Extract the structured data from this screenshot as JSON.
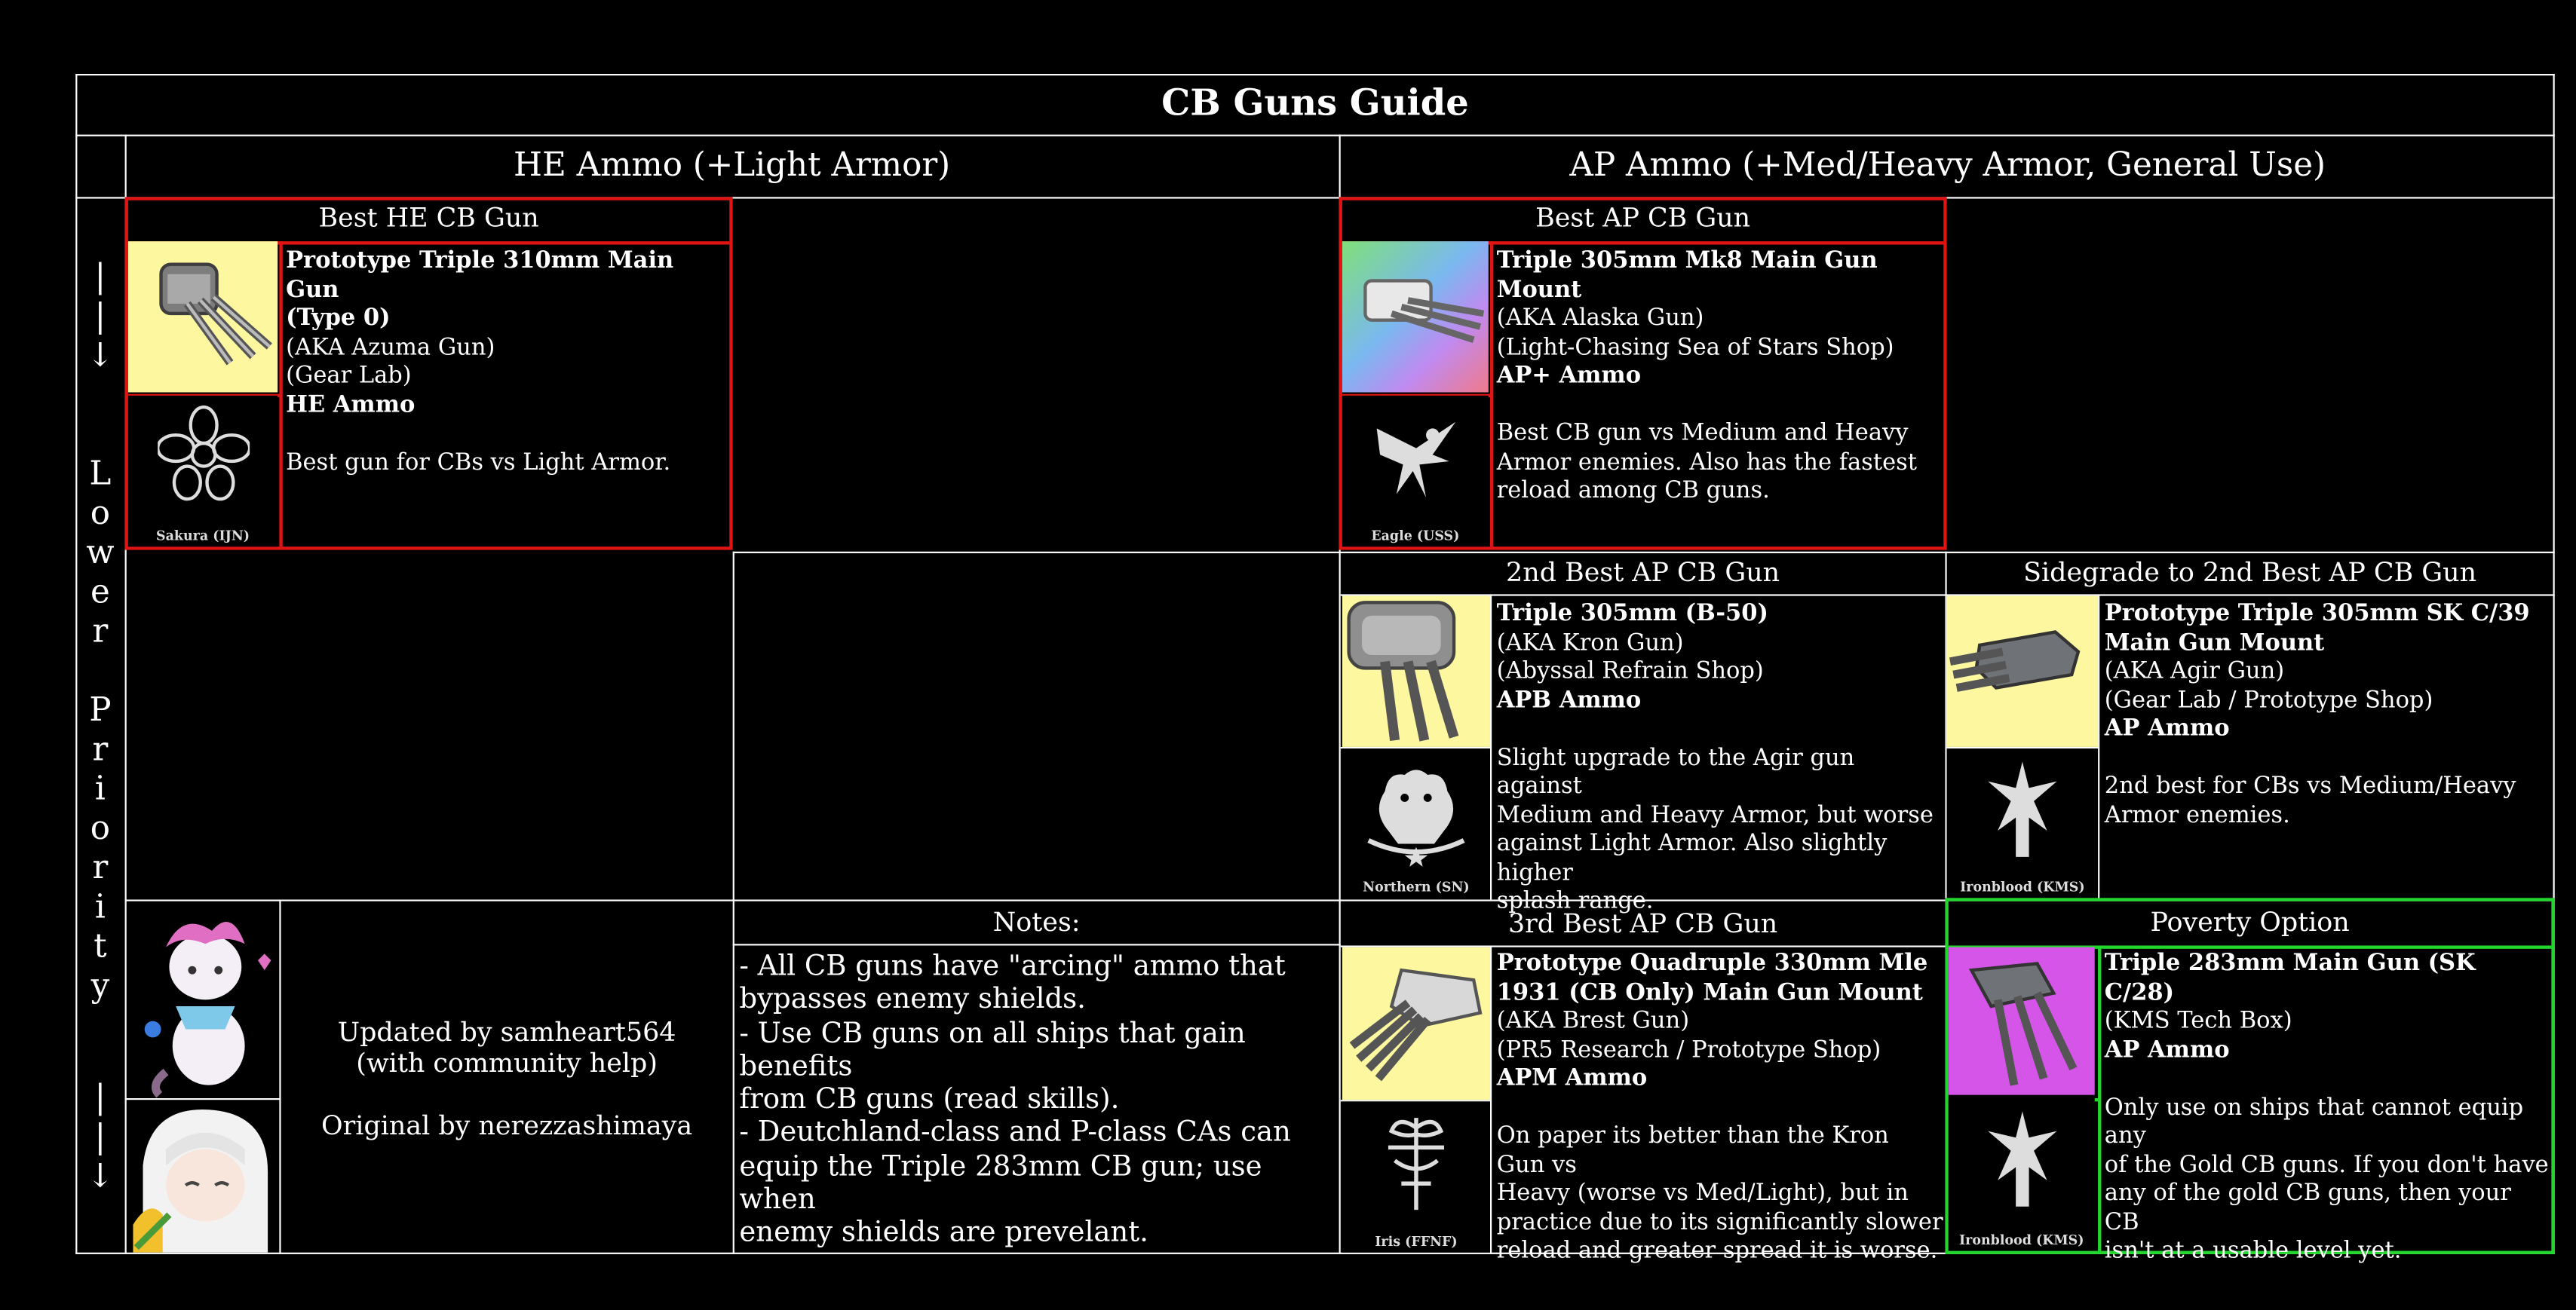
{
  "title": "CB Guns Guide",
  "headers": {
    "he": "HE Ammo (+Light Armor)",
    "ap": "AP Ammo (+Med/Heavy Armor, General Use)"
  },
  "priority": {
    "arrow_top": [
      "|",
      "|",
      "↓"
    ],
    "letters": [
      "L",
      "o",
      "w",
      "e",
      "r",
      " ",
      "P",
      "r",
      "i",
      "o",
      "r",
      "i",
      "t",
      "y"
    ],
    "arrow_bottom": [
      "|",
      "|",
      "↓"
    ]
  },
  "cards": {
    "best_he": {
      "header": "Best HE CB Gun",
      "name_line1": "Prototype Triple 310mm Main Gun",
      "name_line2": "(Type 0)",
      "aka": "(AKA Azuma Gun)",
      "source": "(Gear Lab)",
      "ammo": "HE Ammo",
      "desc": "Best gun for CBs vs Light Armor.",
      "faction": "Sakura (IJN)"
    },
    "best_ap": {
      "header": "Best AP CB Gun",
      "name_line1": "Triple 305mm Mk8 Main Gun",
      "name_line2": "Mount",
      "aka": "(AKA Alaska Gun)",
      "source": "(Light-Chasing Sea of Stars Shop)",
      "ammo": "AP+ Ammo",
      "desc": [
        "Best CB gun vs Medium and Heavy",
        "Armor enemies. Also has the fastest",
        "reload among CB guns."
      ],
      "faction": "Eagle (USS)"
    },
    "second_ap": {
      "header": "2nd Best AP CB Gun",
      "name_line1": "Triple 305mm (B-50)",
      "aka": "(AKA Kron Gun)",
      "source": "(Abyssal Refrain Shop)",
      "ammo": "APB Ammo",
      "desc": [
        "Slight upgrade to the Agir gun against",
        "Medium and Heavy Armor, but worse",
        "against Light Armor. Also slightly higher",
        "splash range."
      ],
      "faction": "Northern (SN)"
    },
    "sidegrade": {
      "header": "Sidegrade to 2nd Best AP CB Gun",
      "name_line1": "Prototype Triple 305mm SK C/39",
      "name_line2": "Main Gun Mount",
      "aka": "(AKA Agir Gun)",
      "source": "(Gear Lab / Prototype Shop)",
      "ammo": "AP Ammo",
      "desc": [
        "2nd best for CBs vs Medium/Heavy",
        "Armor enemies."
      ],
      "faction": "Ironblood (KMS)"
    },
    "third_ap": {
      "header": "3rd Best AP CB Gun",
      "name_line1": "Prototype Quadruple 330mm Mle",
      "name_line2": "1931 (CB Only) Main Gun Mount",
      "aka": "(AKA Brest Gun)",
      "source": "(PR5 Research / Prototype Shop)",
      "ammo": "APM Ammo",
      "desc": [
        "On paper its better than the Kron Gun vs",
        "Heavy (worse vs Med/Light), but in",
        "practice due to its significantly slower",
        "reload and greater spread it is worse."
      ],
      "faction": "Iris (FFNF)"
    },
    "poverty": {
      "header": "Poverty Option",
      "name_line1": "Triple 283mm Main Gun (SK C/28)",
      "source": "(KMS Tech Box)",
      "ammo": "AP Ammo",
      "desc": [
        "Only use on ships that cannot equip any",
        "of the Gold CB guns. If you don't have",
        "any of the gold CB guns, then your CB",
        "isn't at a usable level yet."
      ],
      "faction": "Ironblood (KMS)"
    }
  },
  "notes": {
    "header": "Notes:",
    "lines": [
      "- All CB guns have \"arcing\" ammo that",
      "bypasses enemy shields.",
      "- Use CB guns on all ships that gain benefits",
      "from CB guns (read skills).",
      "- Deutchland-class and P-class CAs can",
      "equip the Triple 283mm CB gun; use when",
      "enemy shields are prevelant."
    ]
  },
  "credits": {
    "line1": "Updated by samheart564",
    "line2": "(with community help)",
    "line3": "Original by nerezzashimaya"
  },
  "colors": {
    "background": "#000000",
    "grid": "#ffffff",
    "best_border": "#e11414",
    "poverty_border": "#22d62e",
    "gold_bg": "#fdf7a0",
    "purple_bg": "#d455e8"
  }
}
